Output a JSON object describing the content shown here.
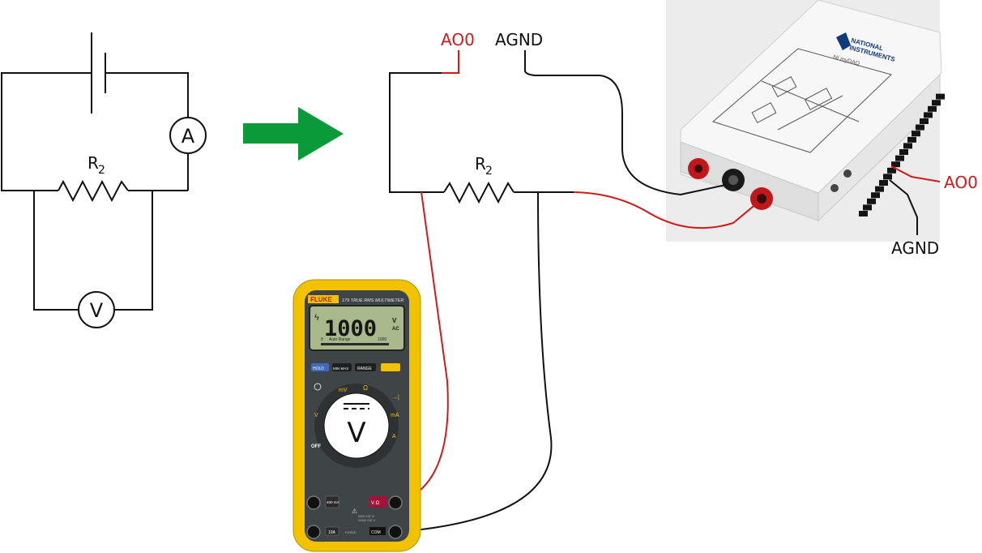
{
  "left_circuit": {
    "ammeter_symbol": "A",
    "voltmeter_symbol": "V",
    "resistor_label": "R",
    "resistor_subscript": "2"
  },
  "arrow": {
    "color": "#0a9a3a"
  },
  "right_circuit": {
    "terminal_ao0": "AO0",
    "terminal_agnd": "AGND",
    "resistor_label": "R",
    "resistor_subscript": "2"
  },
  "daq": {
    "brand_line1": "NATIONAL",
    "brand_line2": "INSTRUMENTS",
    "model": "NI myDAQ",
    "side_label_ao0": "AO0",
    "side_label_agnd": "AGND"
  },
  "multimeter": {
    "brand": "FLUKE",
    "model": "179 TRUE RMS MULTIMETER",
    "display_value": "1000",
    "display_unit_top": "V",
    "display_unit_bottom": "AC",
    "display_scale_start": "0",
    "display_scale_mid": "Auto Range",
    "display_scale_end": "1000",
    "buttons": [
      "HOLD",
      "MIN MAX",
      "RANGE"
    ],
    "dial_off": "OFF",
    "dial_selected": "V",
    "jack_400ma": "400 mA",
    "jack_10a": "10A",
    "jack_v_ohm": "V Ω",
    "jack_com": "COM",
    "jack_fused": "FUSED",
    "cat_line1": "600V CAT III",
    "cat_line2": "1000V CAT II"
  },
  "colors": {
    "wire_red": "#d11a1a",
    "wire_black": "#111111",
    "fluke_yellow": "#f2c200",
    "fluke_body": "#3f4446",
    "daq_body": "#f2f2f2"
  }
}
